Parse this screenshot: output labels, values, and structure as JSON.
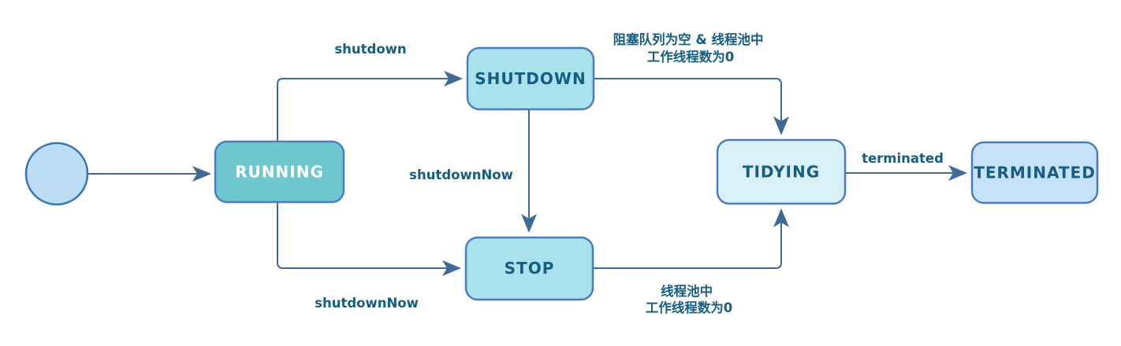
{
  "diagram": {
    "type": "state-machine",
    "nodes": {
      "running": {
        "label": "RUNNING"
      },
      "shutdown": {
        "label": "SHUTDOWN"
      },
      "stop": {
        "label": "STOP"
      },
      "tidying": {
        "label": "TIDYING"
      },
      "terminated": {
        "label": "TERMINATED"
      }
    },
    "edges": {
      "shutdown_call": {
        "label": "shutdown"
      },
      "shutdownnow_mid": {
        "label": "shutdownNow"
      },
      "shutdownnow_bottom": {
        "label": "shutdownNow"
      },
      "terminated_call": {
        "label": "terminated"
      },
      "queue_empty": {
        "line1": "阻塞队列为空 & 线程池中",
        "line2": "工作线程数为0"
      },
      "pool_empty": {
        "line1": "线程池中",
        "line2": "工作线程数为0"
      }
    },
    "colors": {
      "connector": "#3e6a94",
      "node_border": "#4a7dbd",
      "label_text": "#155e82",
      "start_fill": "#bdddf7",
      "start_border": "#2e75b6",
      "running_fill": "#6ec6cf",
      "running_text": "#ffffff",
      "shutdown_fill": "#a9e2ec",
      "stop_fill": "#a9e2ec",
      "tidying_fill": "#d9f1f6",
      "terminated_fill": "#c5e2f8"
    }
  }
}
